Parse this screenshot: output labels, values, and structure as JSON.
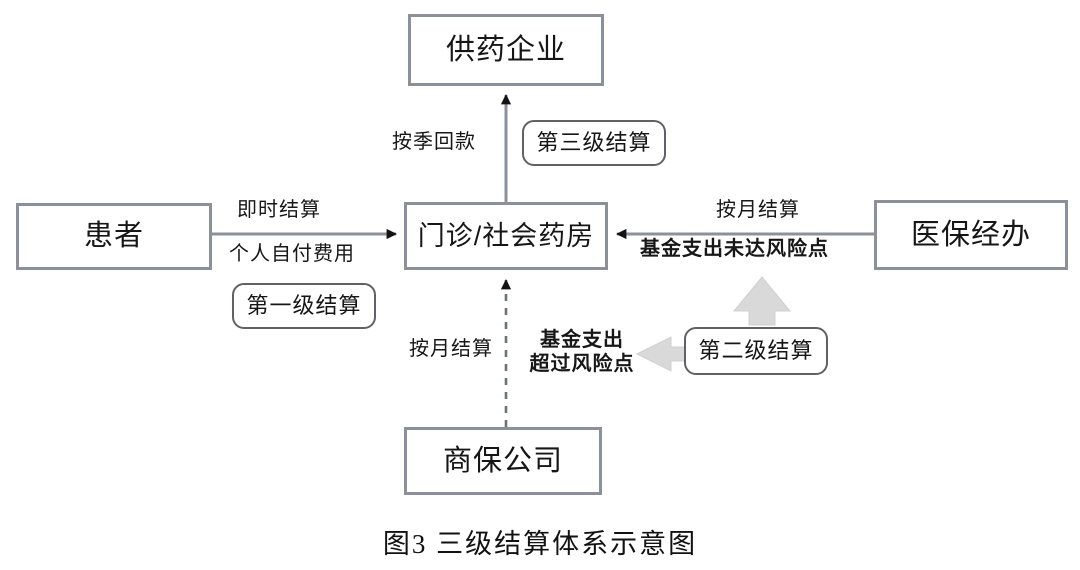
{
  "figure": {
    "caption": "图3  三级结算体系示意图",
    "line_color": "#8b9099",
    "box_border_color": "#8b9099",
    "tag_border_color": "#5f6166",
    "block_arrow_color": "#d9d9d9",
    "background": "#ffffff"
  },
  "nodes": {
    "supplier": "供药企业",
    "clinic": "门诊/社会药房",
    "patient": "患者",
    "insurer": "医保经办",
    "commercial_insurer": "商保公司"
  },
  "tags": {
    "level3": "第三级结算",
    "level1": "第一级结算",
    "level2": "第二级结算"
  },
  "edge_labels": {
    "quarterly_payback": "按季回款",
    "instant_settlement": "即时结算",
    "self_pay_fee": "个人自付费用",
    "monthly_settlement_right": "按月结算",
    "fund_under_risk": "基金支出未达风险点",
    "monthly_settlement_bottom": "按月结算",
    "fund_over_risk_line1": "基金支出",
    "fund_over_risk_line2": "超过风险点"
  },
  "edges": [
    {
      "name": "patient-to-clinic",
      "from": "患者",
      "to": "门诊/社会药房",
      "style": "solid",
      "direction": "right"
    },
    {
      "name": "clinic-to-supplier",
      "from": "门诊/社会药房",
      "to": "供药企业",
      "style": "solid",
      "direction": "up"
    },
    {
      "name": "insurer-to-clinic",
      "from": "医保经办",
      "to": "门诊/社会药房",
      "style": "solid",
      "direction": "left"
    },
    {
      "name": "commercial-to-clinic",
      "from": "商保公司",
      "to": "门诊/社会药房",
      "style": "dashed",
      "direction": "up"
    },
    {
      "name": "level2-to-insurer-edge",
      "style": "block-arrow",
      "direction": "up"
    },
    {
      "name": "level2-to-over-risk",
      "style": "block-arrow",
      "direction": "left"
    }
  ]
}
